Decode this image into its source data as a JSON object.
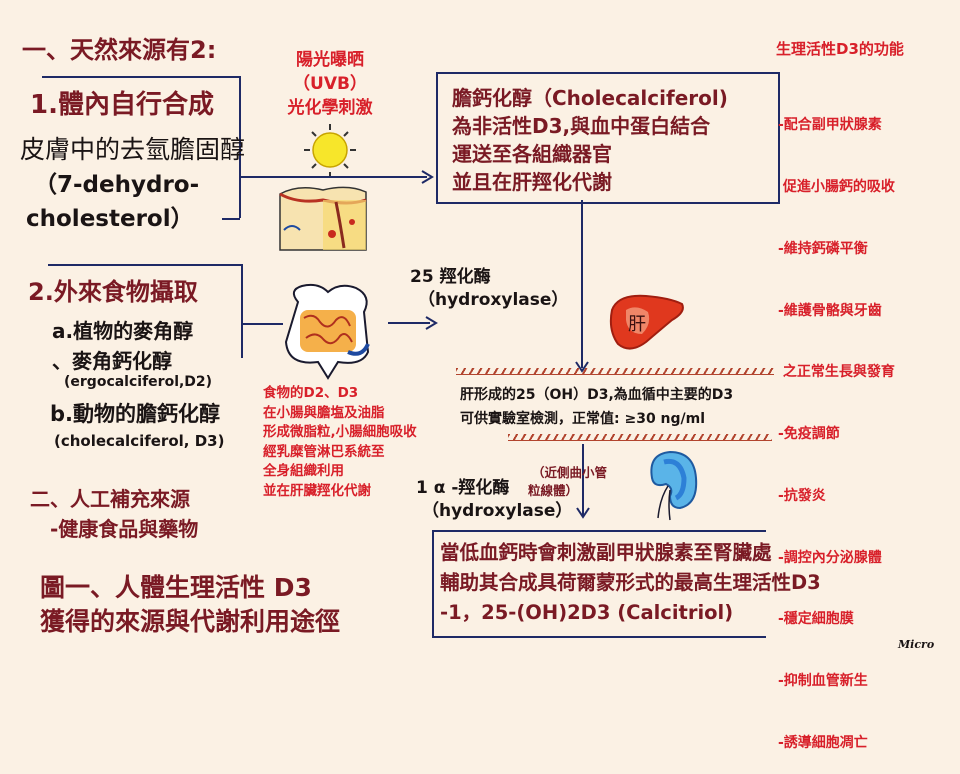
{
  "section1": {
    "heading": "一、天然來源有2:",
    "item1_title": "1.體內自行合成",
    "item1_line1": "皮膚中的去氫膽固醇",
    "item1_line2": "（7-dehydro-",
    "item1_line3": "cholesterol）"
  },
  "sunlight": {
    "line1": "陽光曝晒",
    "line2": "（UVB）",
    "line3": "光化學刺激"
  },
  "cholecalciferol_box": {
    "lines": [
      "膽鈣化醇（Cholecalciferol)",
      "為非活性D3,與血中蛋白結合",
      "運送至各組織器官",
      "並且在肝羥化代謝"
    ]
  },
  "functions": {
    "title": "生理活性D3的功能",
    "items": [
      "-配合副甲狀腺素",
      " 促進小腸鈣的吸收",
      "-維持鈣磷平衡",
      "-維護骨骼與牙齒",
      " 之正常生長與發育",
      "-免疫調節",
      "-抗發炎",
      "-調控內分泌腺體",
      "-穩定細胞膜",
      "-抑制血管新生",
      "-誘導細胞凋亡"
    ]
  },
  "section2": {
    "item2_title": "2.外來食物攝取",
    "a_line1": "a.植物的麥角醇",
    "a_line2": "、麥角鈣化醇",
    "a_line3": "(ergocalciferol,D2)",
    "b_line1": "b.動物的膽鈣化醇",
    "b_line2": "(cholecalciferol, D3)"
  },
  "enzyme25": {
    "line1": "25 羥化酶",
    "line2": "（hydroxylase）"
  },
  "liver": {
    "label": "肝"
  },
  "absorption": {
    "lines": [
      "食物的D2、D3",
      "在小腸與膽塩及油脂",
      "形成微脂粒,小腸細胞吸收",
      "經乳糜管淋巴系統至",
      "全身組織利用",
      "並在肝臟羥化代謝"
    ]
  },
  "liver_product": {
    "line1": "肝形成的25（OH）D3,為血循中主要的D3",
    "line2": "可供實驗室檢測，正常值: ≥30 ng/ml"
  },
  "enzyme1a": {
    "line1": "1 α -羥化酶",
    "line2": "（hydroxylase）",
    "note1": "（近側曲小管",
    "note2": "粒線體）"
  },
  "artificial": {
    "line1": "二、人工補充來源",
    "line2": "-健康食品與藥物"
  },
  "caption": {
    "line1": "圖一、人體生理活性 D3",
    "line2": "獲得的來源與代謝利用途徑"
  },
  "calcitriol_box": {
    "lines": [
      "當低血鈣時會刺激副甲狀腺素至腎臟處",
      "輔助其合成具荷爾蒙形式的最高生理活性D3",
      "-1，25-(OH)2D3 (Calcitriol)"
    ]
  },
  "signature": "Micro",
  "colors": {
    "background": "#fbf1e4",
    "maroon": "#7a1a24",
    "red": "#d8202a",
    "navy": "#1e2a66"
  }
}
